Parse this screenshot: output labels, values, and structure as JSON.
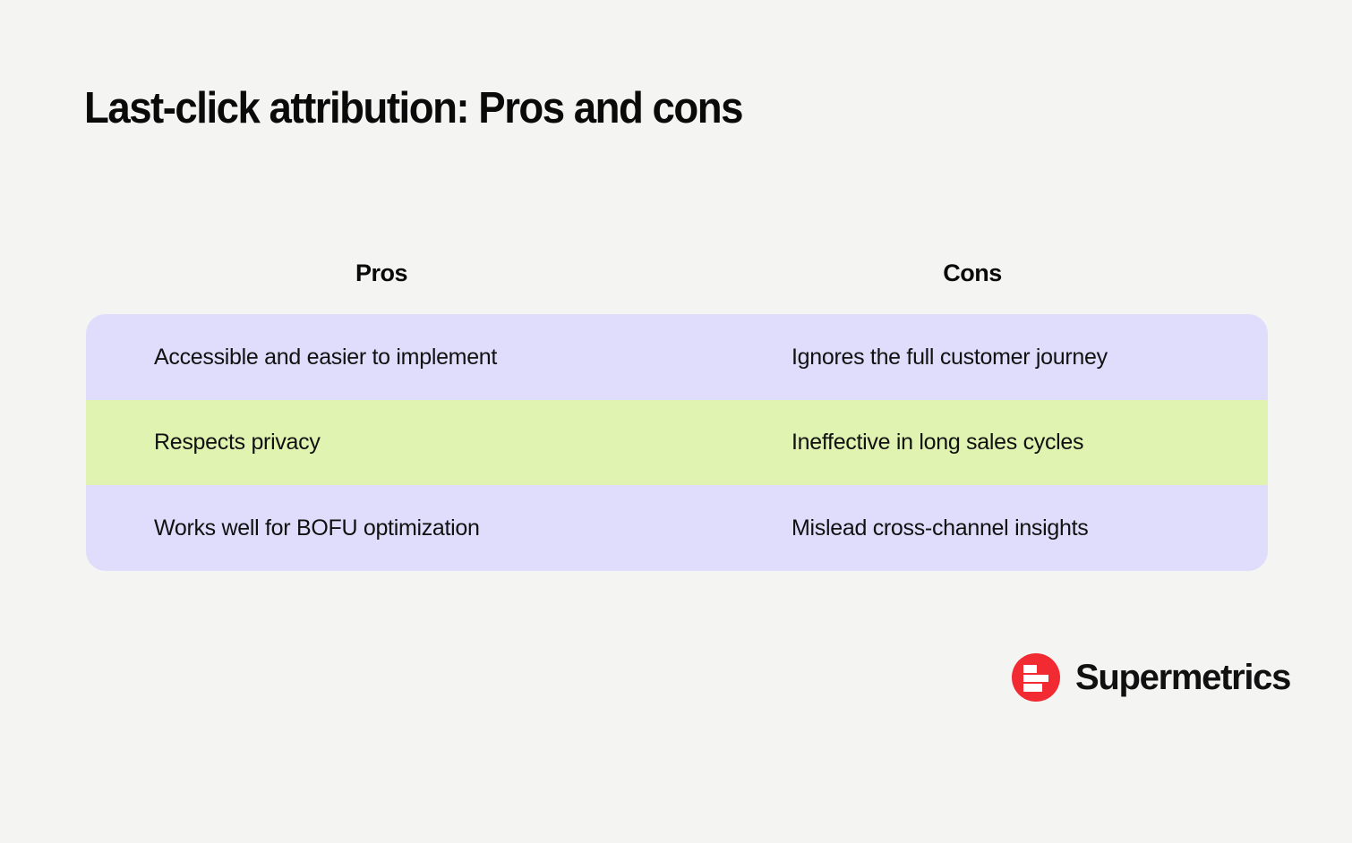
{
  "title": "Last-click attribution: Pros and cons",
  "table": {
    "headers": [
      "Pros",
      "Cons"
    ],
    "rows": [
      {
        "pros": "Accessible and easier to implement",
        "cons": "Ignores the full customer journey",
        "tone": "lavender"
      },
      {
        "pros": "Respects privacy",
        "cons": "Ineffective in long sales cycles",
        "tone": "green"
      },
      {
        "pros": "Works well for BOFU optimization",
        "cons": "Mislead cross-channel insights",
        "tone": "lavender"
      }
    ]
  },
  "brand": {
    "name": "Supermetrics",
    "mark_icon": "supermetrics-bars-icon"
  },
  "colors": {
    "page_background": "#f4f4f3",
    "row_lavender": "#dfddfb",
    "row_green": "#e0f3b0",
    "brand_red": "#f22b32",
    "text": "#111111"
  }
}
